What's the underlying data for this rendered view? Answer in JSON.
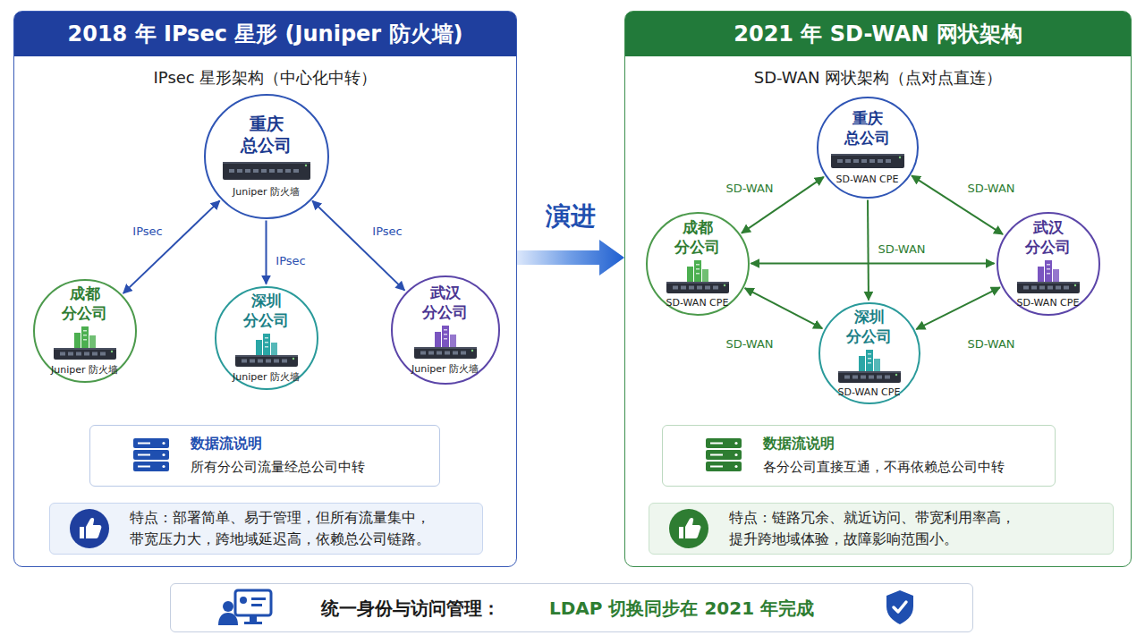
{
  "diagram": {
    "nodes": [
      {
        "text": [
          "2018 年 IPsec 星形 (Juniper 防火墙)",
          "IPsec 星形架构（中心化中转）"
        ]
      },
      {
        "text": [
          "重庆 总公司",
          "Juniper 防火墙"
        ],
        "in": 0
      },
      {
        "text": [
          "成都 分公司",
          "Juniper 防火墙"
        ],
        "in": 0
      },
      {
        "text": [
          "深圳 分公司",
          "Juniper 防火墙"
        ],
        "in": 0
      },
      {
        "text": [
          "武汉 分公司",
          "Juniper 防火墙"
        ],
        "in": 0
      },
      {
        "text": [
          "数据流说明",
          "所有分公司流量经总公司中转"
        ],
        "in": 0
      },
      {
        "text": [
          "特点：部署简单、易于管理，但所有流量集中，带宽压力大，跨地域延迟高，依赖总公司链路。"
        ],
        "in": 0
      },
      {
        "text": [
          "2021 年 SD-WAN 网状架构",
          "SD-WAN 网状架构（点对点直连）"
        ]
      },
      {
        "text": [
          "重庆 总公司",
          "SD-WAN CPE"
        ],
        "in": 7
      },
      {
        "text": [
          "成都 分公司",
          "SD-WAN CPE"
        ],
        "in": 7
      },
      {
        "text": [
          "武汉 分公司",
          "SD-WAN CPE"
        ],
        "in": 7
      },
      {
        "text": [
          "深圳 分公司",
          "SD-WAN CPE"
        ],
        "in": 7
      },
      {
        "text": [
          "数据流说明",
          "各分公司直接互通，不再依赖总公司中转"
        ],
        "in": 7
      },
      {
        "text": [
          "特点：链路冗余、就近访问、带宽利用率高，提升跨地域体验，故障影响范围小。"
        ],
        "in": 7
      },
      {
        "text": [
          "统一身份与访问管理：",
          "LDAP 切换同步在 2021 年完成"
        ]
      }
    ],
    "edges": [
      {
        "from": 1,
        "to": 2,
        "label": "IPsec",
        "arrow": "both"
      },
      {
        "from": 1,
        "to": 3,
        "label": "IPsec",
        "arrow": "to"
      },
      {
        "from": 1,
        "to": 4,
        "label": "IPsec",
        "arrow": "both"
      },
      {
        "from": 8,
        "to": 9,
        "label": "SD-WAN",
        "arrow": "both"
      },
      {
        "from": 8,
        "to": 10,
        "label": "SD-WAN",
        "arrow": "both"
      },
      {
        "from": 9,
        "to": 10,
        "arrow": "both"
      },
      {
        "from": 8,
        "to": 11,
        "label": "SD-WAN",
        "arrow": "to"
      },
      {
        "from": 9,
        "to": 11,
        "label": "SD-WAN",
        "arrow": "both"
      },
      {
        "from": 10,
        "to": 11,
        "label": "SD-WAN",
        "arrow": "both"
      },
      {
        "from": 0,
        "to": 7,
        "label": "演进",
        "arrow": "to"
      }
    ]
  }
}
